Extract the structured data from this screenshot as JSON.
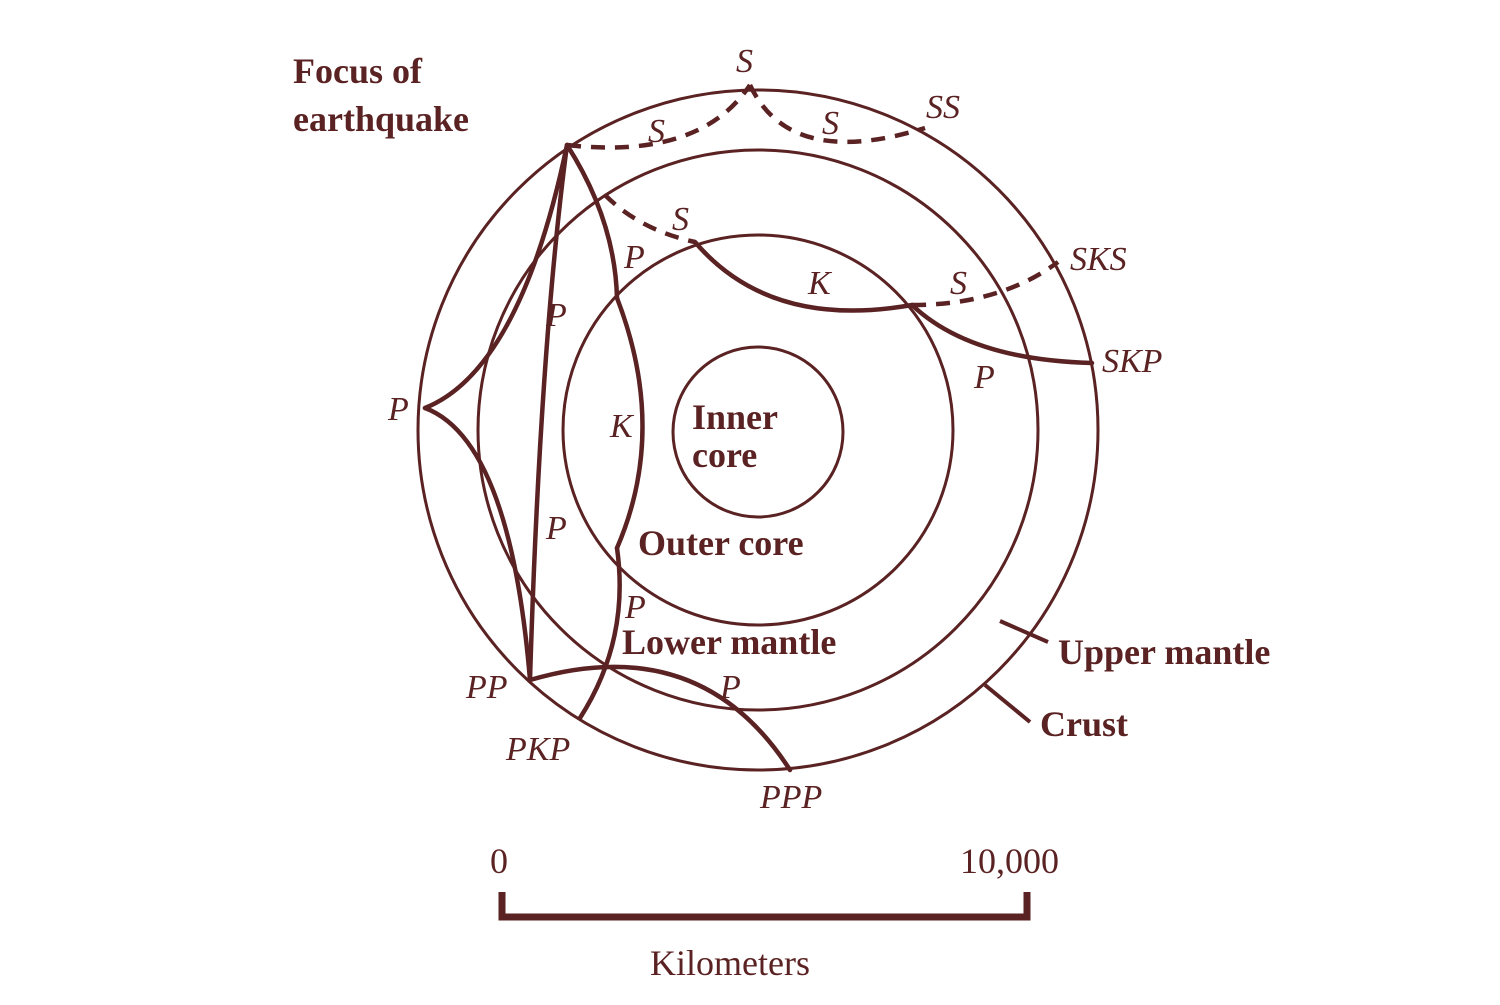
{
  "colors": {
    "ink": "#5a2222",
    "background": "#ffffff"
  },
  "layers": {
    "inner_core": [
      "Inner",
      "core"
    ],
    "outer_core": "Outer core",
    "lower_mantle": "Lower mantle",
    "upper_mantle": "Upper mantle",
    "crust": "Crust"
  },
  "focus_label": [
    "Focus of",
    "earthquake"
  ],
  "waves": {
    "s_top": "S",
    "ss": "SS",
    "s_left": "S",
    "s_right": "S",
    "s_sks_left": "S",
    "s_sks_right": "S",
    "k_sks": "K",
    "sks": "SKS",
    "skp": "SKP",
    "p_skp": "P",
    "p_left": "P",
    "p_upper_left": "P",
    "p_upper_pkp": "P",
    "k_pkp": "K",
    "p_lower_left": "P",
    "p_lower_pkp": "P",
    "p_ppp": "P",
    "pp": "PP",
    "pkp": "PKP",
    "ppp": "PPP"
  },
  "scale": {
    "start": "0",
    "end": "10,000",
    "start_value": 0,
    "end_value": 10000,
    "unit": "Kilometers"
  }
}
